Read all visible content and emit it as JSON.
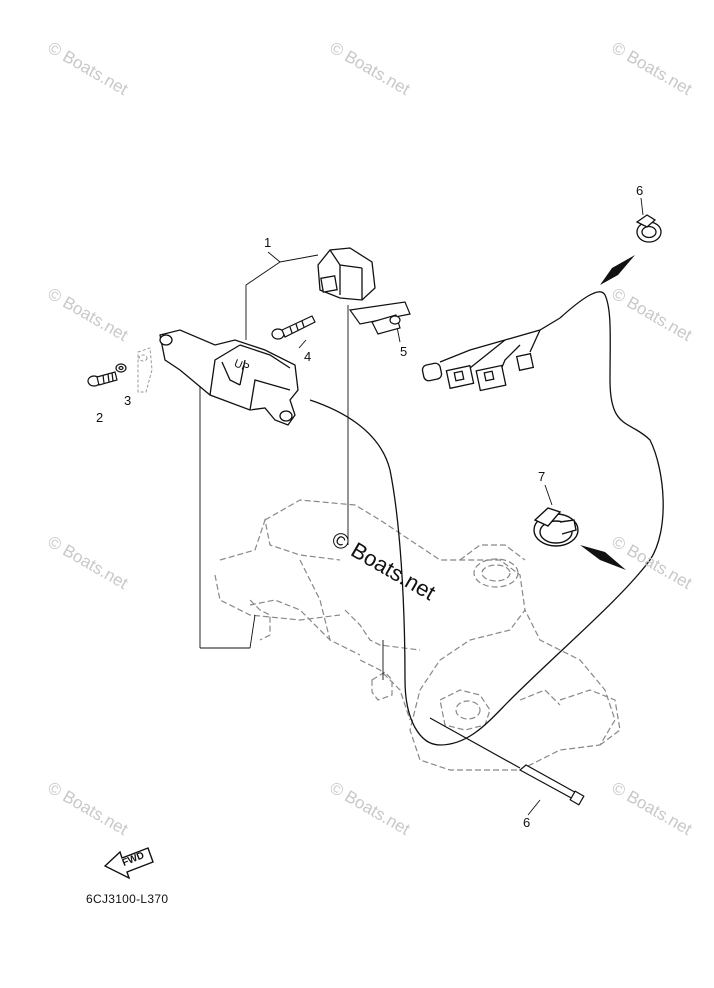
{
  "watermark": {
    "text": "© Boats.net",
    "color": "#c8c8c8"
  },
  "callouts": {
    "c1": "1",
    "c2": "2",
    "c3": "3",
    "c4": "4",
    "c5": "5",
    "c6_top": "6",
    "c6_bottom": "6",
    "c7": "7"
  },
  "labels": {
    "up_mark": "UP",
    "fwd_arrow": "FWD",
    "part_code": "6CJ3100-L370"
  },
  "colors": {
    "line": "#111111",
    "phantom": "#888888"
  }
}
